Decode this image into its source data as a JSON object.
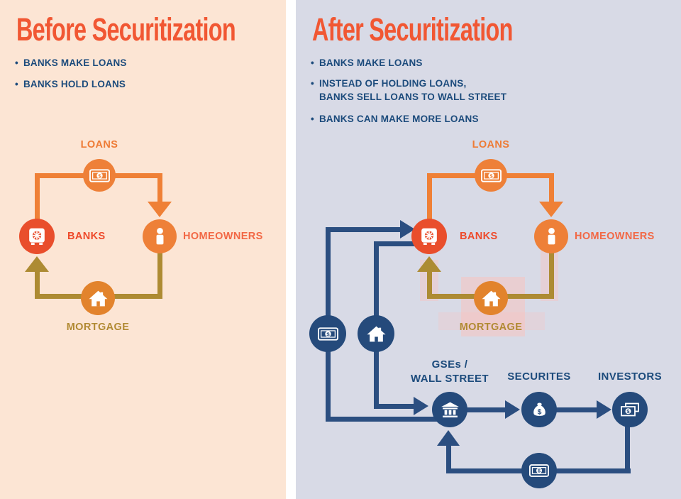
{
  "colors": {
    "left_panel_bg": "#fce5d4",
    "right_panel_bg": "#d8dae6",
    "title_red": "#f15733",
    "orange": "#ef8036",
    "banks_red": "#e94e2c",
    "mortgage_olive": "#ad8b33",
    "navy_line": "#2b4e80",
    "navy_circle": "#254a7b",
    "navy_text": "#1c4b7c"
  },
  "left_panel": {
    "title": "Before Securitization",
    "bullet_dot": "•",
    "bullets": [
      "BANKS MAKE LOANS",
      "BANKS HOLD LOANS"
    ],
    "nodes": {
      "loans": "LOANS",
      "banks": "BANKS",
      "homeowners": "HOMEOWNERS",
      "mortgage": "MORTGAGE"
    }
  },
  "right_panel": {
    "title": "After Securitization",
    "bullet_dot": "•",
    "bullets": [
      "BANKS MAKE LOANS",
      "INSTEAD OF HOLDING LOANS,",
      "BANKS SELL LOANS TO WALL STREET",
      "BANKS CAN MAKE MORE LOANS"
    ],
    "nodes": {
      "loans": "LOANS",
      "banks": "BANKS",
      "homeowners": "HOMEOWNERS",
      "mortgage": "MORTGAGE",
      "gses_line1": "GSEs /",
      "gses_line2": "WALL STREET",
      "securities": "SECURITES",
      "investors": "INVESTORS"
    }
  }
}
